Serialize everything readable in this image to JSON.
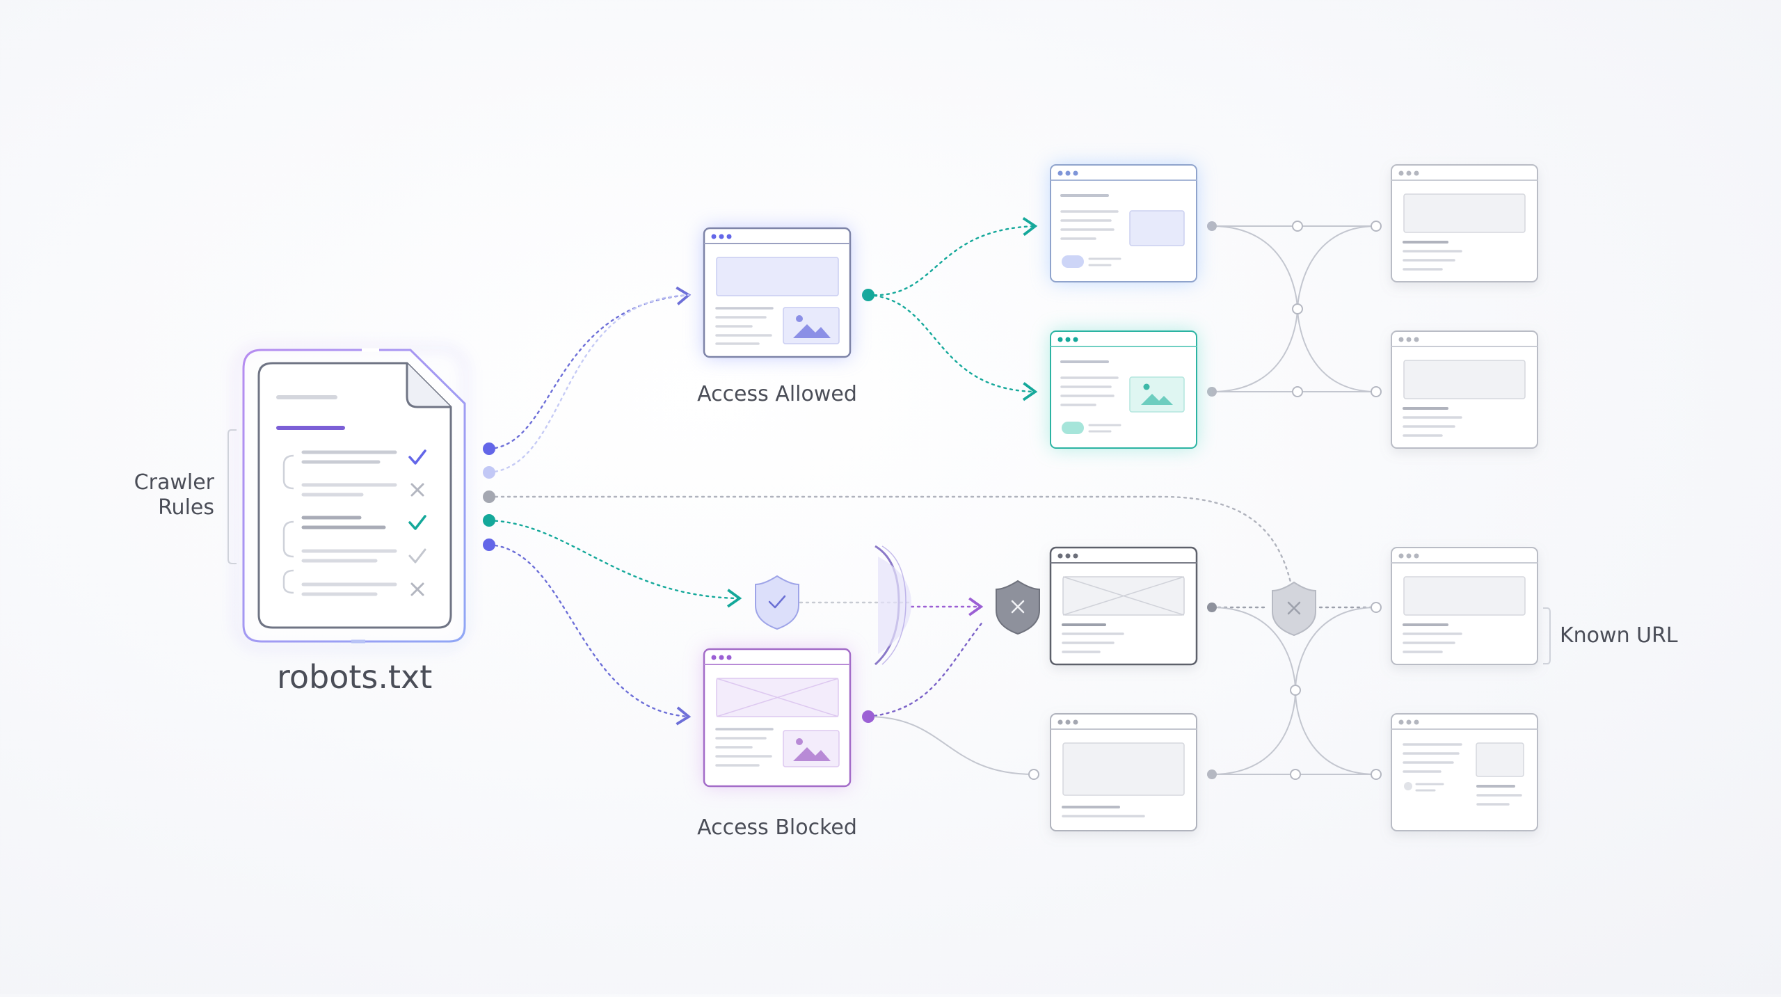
{
  "diagram": {
    "file_label": "robots.txt",
    "crawler_rules_label": [
      "Crawler",
      "Rules"
    ],
    "access_allowed_label": "Access Allowed",
    "access_blocked_label": "Access Blocked",
    "known_url_label": "Known URL"
  },
  "colors": {
    "purple": "#7b5fd6",
    "indigo": "#6366e8",
    "teal": "#14a89a",
    "violet": "#9b5fd4",
    "gray": "#9ca0ab",
    "light_gray": "#c7cad2",
    "allowed_glow": "#a8b4ff",
    "teal_glow": "#7fe3d3",
    "blocked_glow": "#d7a8f0"
  },
  "icons": [
    "check-icon",
    "x-icon",
    "shield-check-icon",
    "shield-x-icon",
    "image-icon",
    "window-dots-icon"
  ]
}
